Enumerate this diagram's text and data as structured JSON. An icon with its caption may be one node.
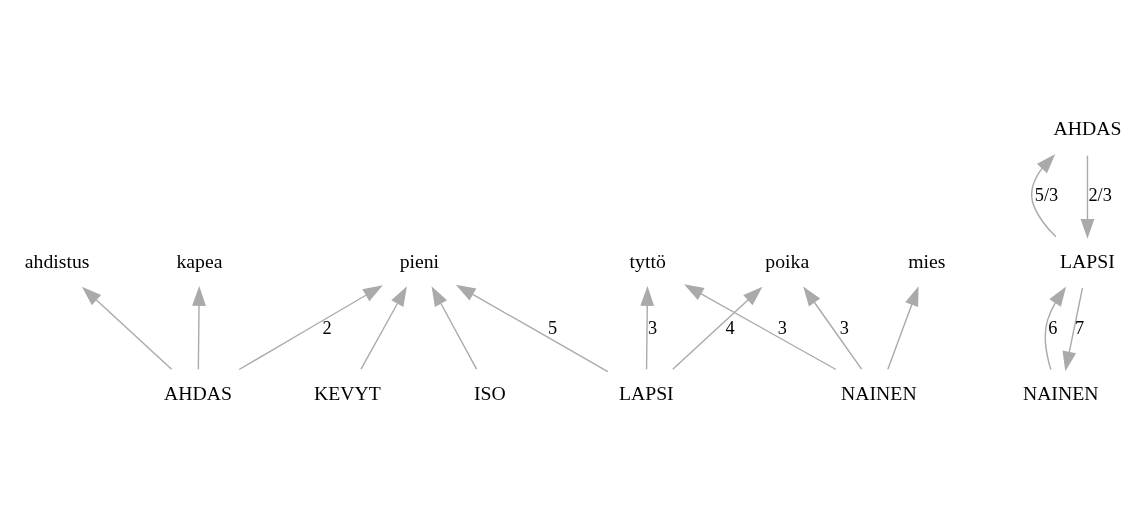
{
  "diagram": {
    "nodes": [
      {
        "text": [
          "ahdistus"
        ]
      },
      {
        "text": [
          "AHDAS"
        ]
      },
      {
        "text": [
          "kapea"
        ]
      },
      {
        "text": [
          "KEVYT"
        ]
      },
      {
        "text": [
          "ISO"
        ]
      },
      {
        "text": [
          "pieni"
        ]
      },
      {
        "text": [
          "LAPSI"
        ]
      },
      {
        "text": [
          "tyttö"
        ]
      },
      {
        "text": [
          "poika"
        ]
      },
      {
        "text": [
          "NAINEN"
        ]
      },
      {
        "text": [
          "mies"
        ]
      },
      {
        "text": [
          "NAINEN"
        ]
      },
      {
        "text": [
          "LAPSI"
        ]
      },
      {
        "text": [
          "AHDAS"
        ]
      }
    ],
    "edges": [
      {
        "from": 1,
        "to": 0,
        "arrow": "to"
      },
      {
        "from": 1,
        "to": 2,
        "arrow": "to"
      },
      {
        "from": 1,
        "to": 5,
        "arrow": "to",
        "label": "2"
      },
      {
        "from": 3,
        "to": 5,
        "arrow": "to"
      },
      {
        "from": 4,
        "to": 5,
        "arrow": "to"
      },
      {
        "from": 6,
        "to": 5,
        "arrow": "to",
        "label": "5"
      },
      {
        "from": 6,
        "to": 7,
        "arrow": "to",
        "label": "3"
      },
      {
        "from": 6,
        "to": 8,
        "arrow": "to",
        "label": "4"
      },
      {
        "from": 9,
        "to": 7,
        "arrow": "to",
        "label": "3"
      },
      {
        "from": 9,
        "to": 8,
        "arrow": "to",
        "label": "3"
      },
      {
        "from": 9,
        "to": 10,
        "arrow": "to"
      },
      {
        "from": 12,
        "to": 11,
        "arrow": "to",
        "label": "7"
      },
      {
        "from": 11,
        "to": 12,
        "arrow": "to",
        "label": "6"
      },
      {
        "from": 12,
        "to": 13,
        "arrow": "to",
        "label": "5/3"
      },
      {
        "from": 13,
        "to": 12,
        "arrow": "to",
        "label": "2/3"
      }
    ]
  }
}
